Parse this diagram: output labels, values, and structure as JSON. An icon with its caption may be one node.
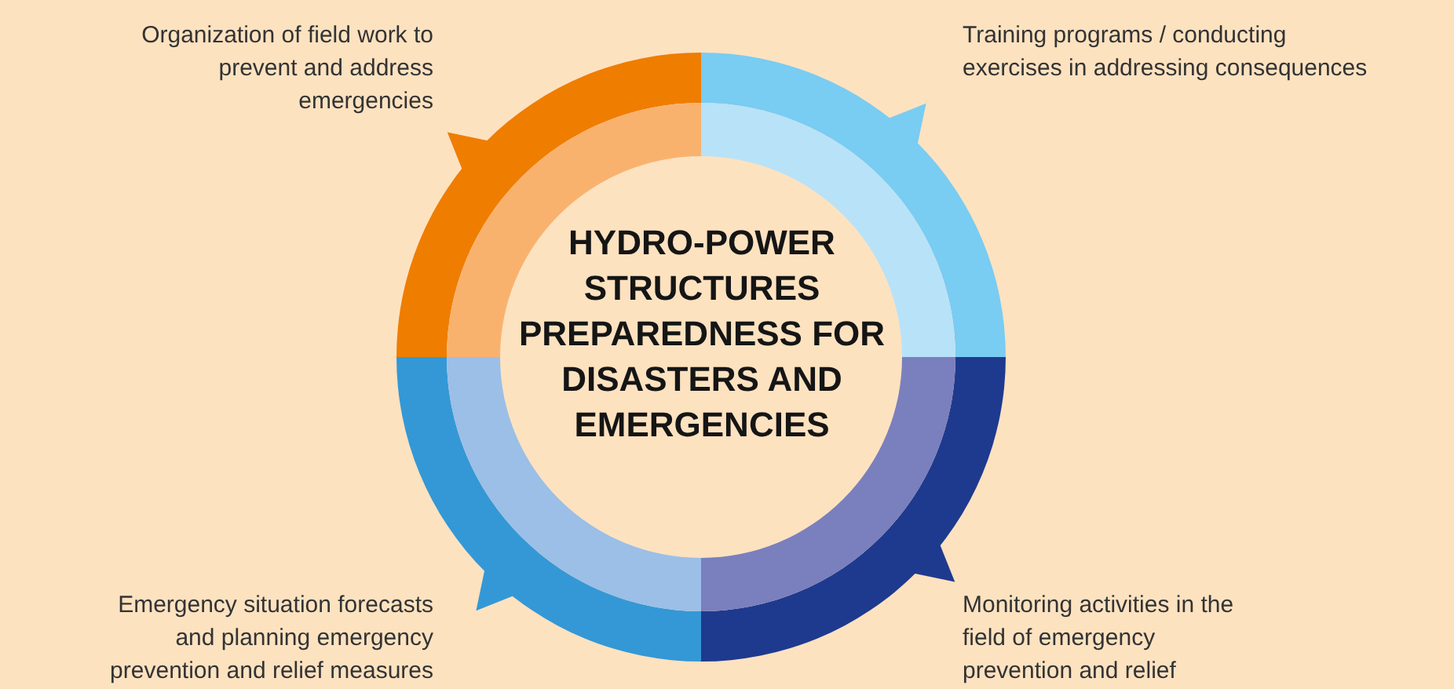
{
  "diagram": {
    "nodes": [
      {
        "text": [
          "HYDRO-POWER STRUCTURES PREPAREDNESS FOR DISASTERS AND EMERGENCIES"
        ]
      },
      {
        "text": [],
        "shape": "arc",
        "beside": [
          "Organization of field work to prevent and address emergencies"
        ]
      },
      {
        "text": [],
        "shape": "arc",
        "beside": [
          "Training programs / conducting exercises in addressing consequences"
        ]
      },
      {
        "text": [],
        "shape": "arc",
        "beside": [
          "Emergency situation forecasts and planning emergency prevention and relief measures"
        ]
      },
      {
        "text": [],
        "shape": "arc",
        "beside": [
          "Monitoring activities in the field of emergency prevention and relief"
        ]
      }
    ]
  }
}
